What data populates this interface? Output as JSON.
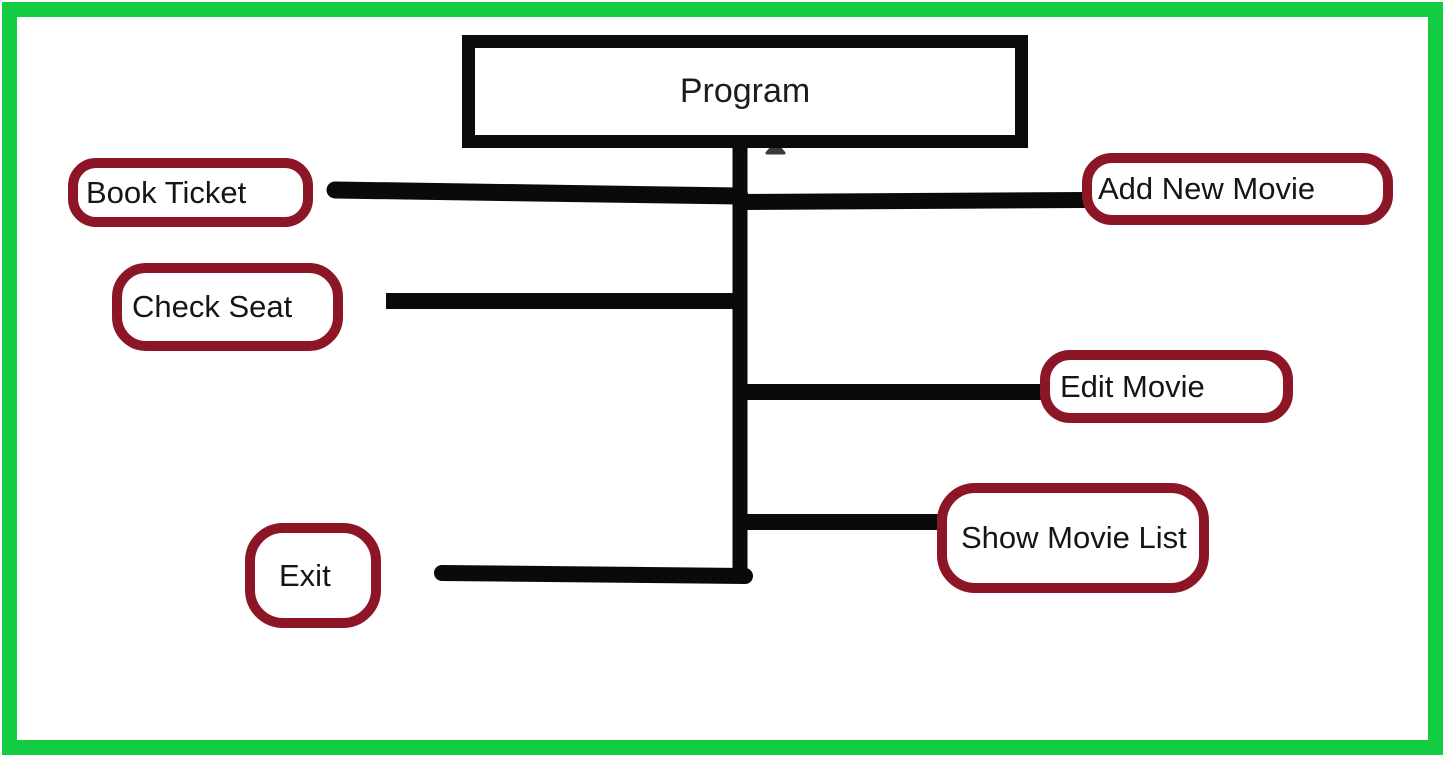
{
  "diagram": {
    "title": "Program",
    "nodes": {
      "book_ticket": {
        "label": "Book Ticket"
      },
      "check_seat": {
        "label": "Check Seat"
      },
      "exit": {
        "label": "Exit"
      },
      "add_new_movie": {
        "label": "Add New Movie"
      },
      "edit_movie": {
        "label": "Edit Movie"
      },
      "show_movie_list": {
        "label": "Show Movie List"
      }
    },
    "colors": {
      "frame_green": "#12CC44",
      "node_border_maroon": "#8D1626",
      "connector_black": "#0A0A0A",
      "root_border_black": "#0B0B0B",
      "arrowhead_gray": "#3A3A3A"
    }
  }
}
